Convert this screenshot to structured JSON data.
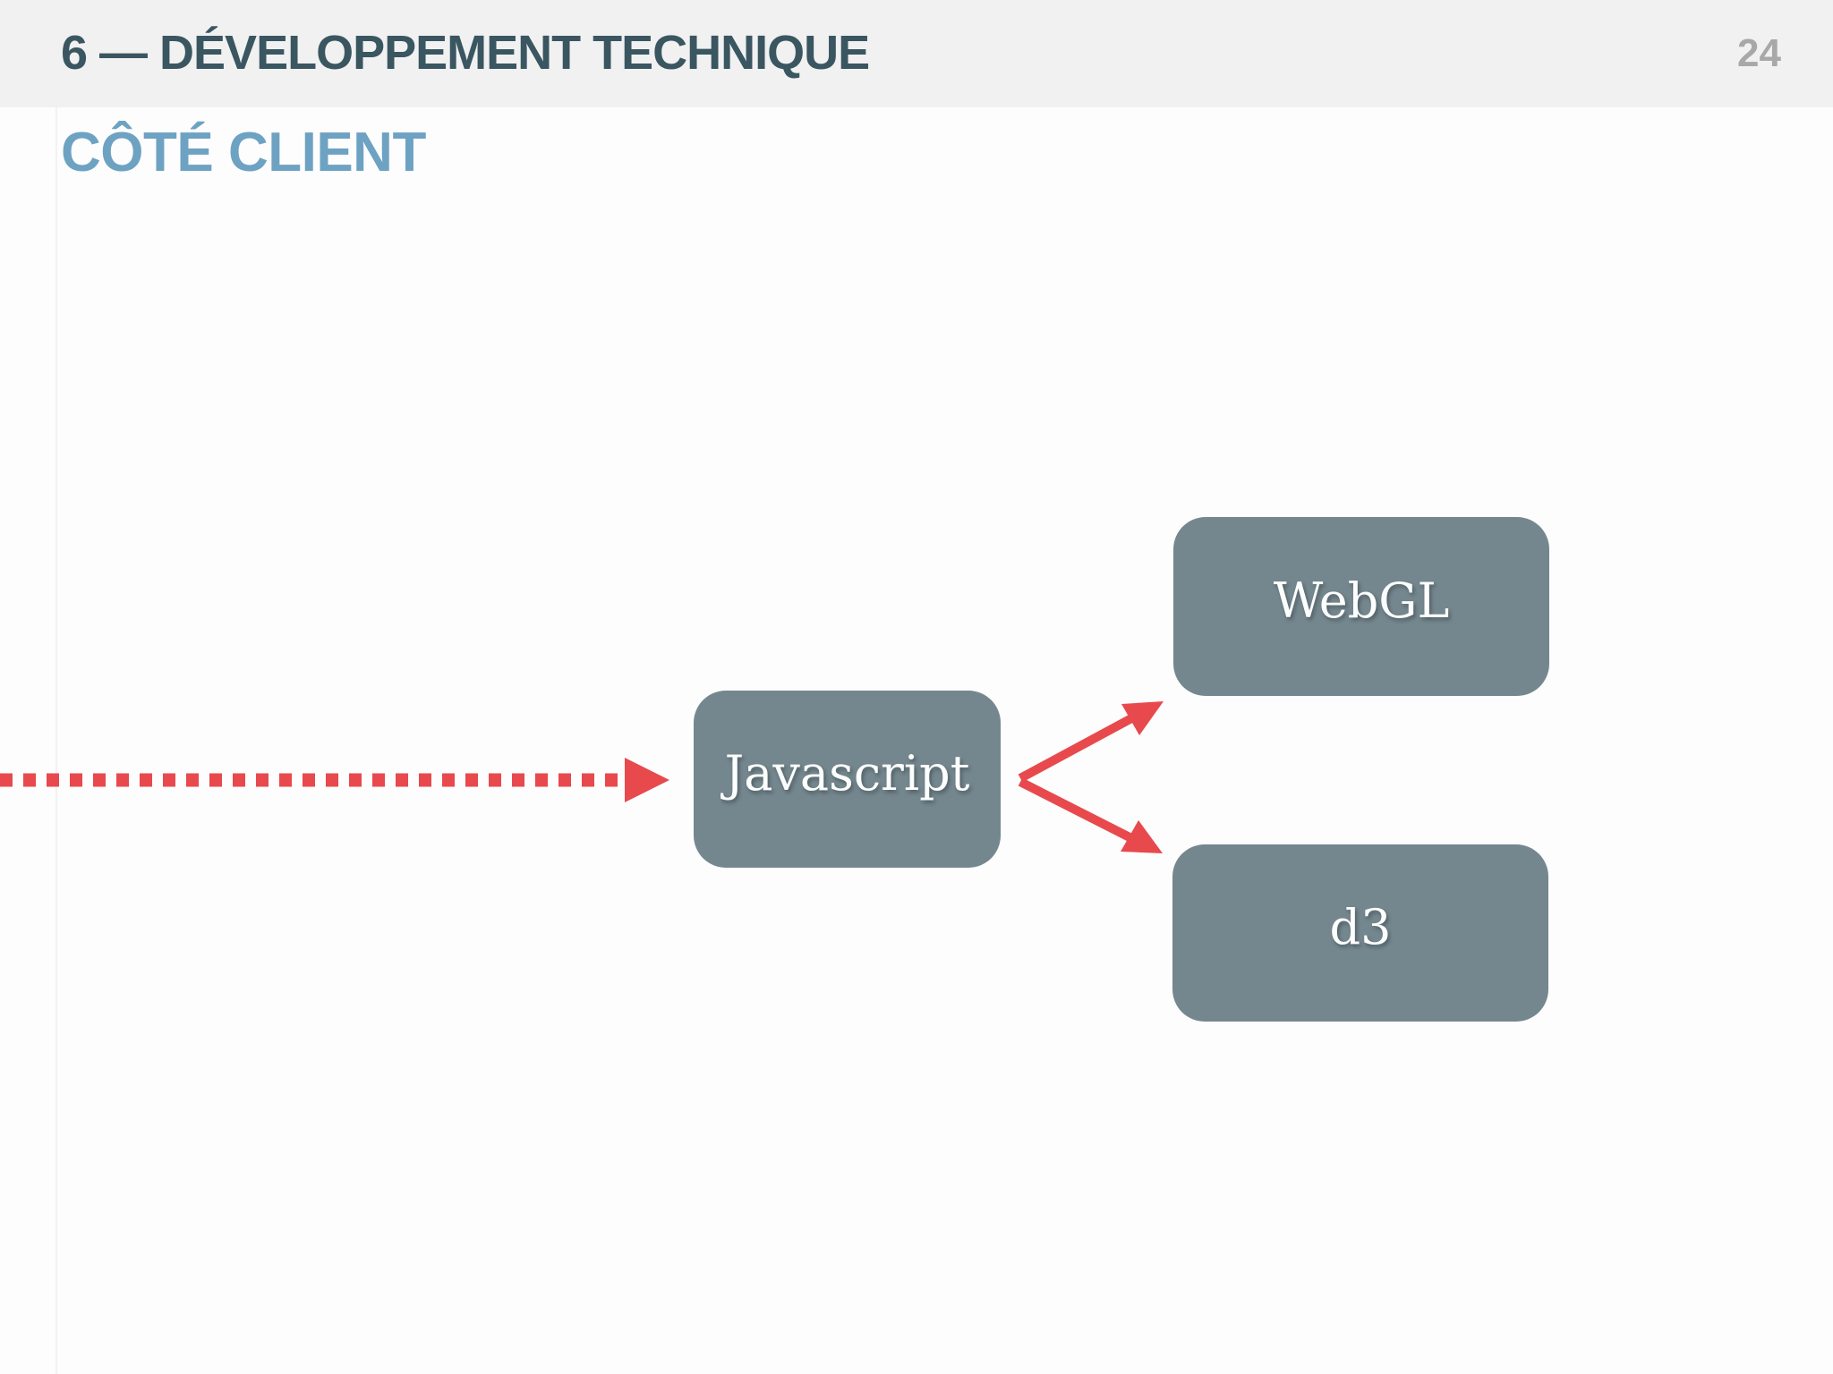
{
  "header": {
    "title": "6 — DÉVELOPPEMENT TECHNIQUE",
    "page_number": "24"
  },
  "subtitle": "CÔTÉ CLIENT",
  "diagram": {
    "nodes": [
      {
        "id": "javascript",
        "label": "Javascript"
      },
      {
        "id": "webgl",
        "label": "WebGL"
      },
      {
        "id": "d3",
        "label": "d3"
      }
    ],
    "edges": [
      {
        "from": "offscreen-left",
        "to": "javascript",
        "style": "dashed"
      },
      {
        "from": "javascript",
        "to": "webgl",
        "style": "solid"
      },
      {
        "from": "javascript",
        "to": "d3",
        "style": "solid"
      }
    ]
  },
  "colors": {
    "background": "#fdfdfd",
    "header_bg": "#f1f1f1",
    "header_text": "#3a5661",
    "subtitle_text": "#6ea2c2",
    "page_number": "#a8a8a8",
    "node_fill": "#75878e",
    "node_text": "#fcfdfd",
    "arrow": "#e8494d"
  }
}
